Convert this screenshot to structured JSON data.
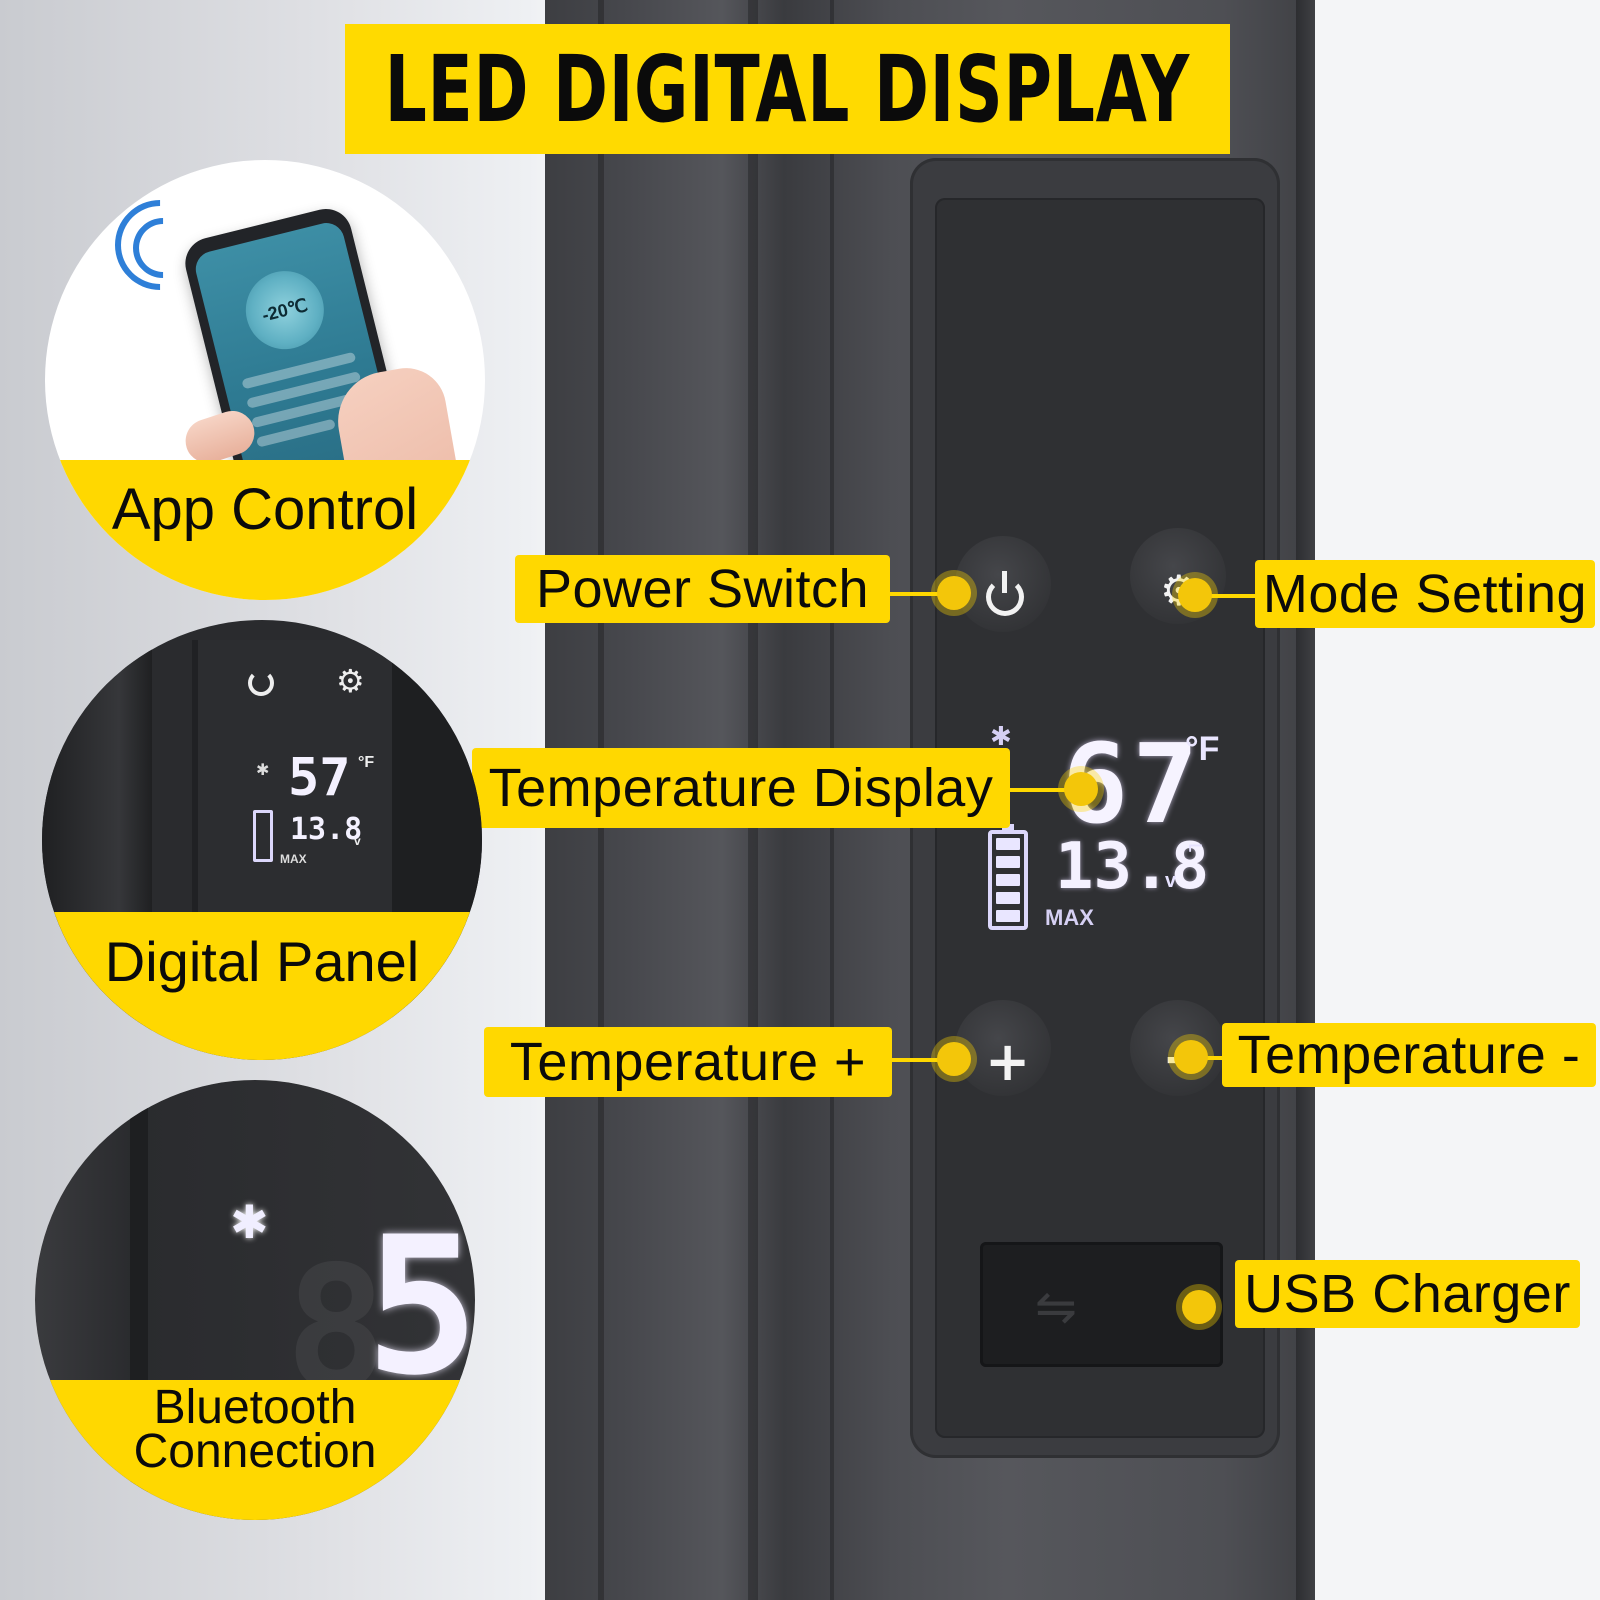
{
  "banner": {
    "title": "LED DIGITAL DISPLAY"
  },
  "callouts": {
    "power_switch": "Power Switch",
    "mode_setting": "Mode Setting",
    "temperature_display": "Temperature Display",
    "temperature_plus": "Temperature +",
    "temperature_minus": "Temperature -",
    "usb_charger": "USB Charger"
  },
  "insets": {
    "app_control": "App Control",
    "digital_panel": "Digital Panel",
    "bluetooth_line1": "Bluetooth",
    "bluetooth_line2": "Connection"
  },
  "display": {
    "temperature": "67",
    "temp_unit": "°F",
    "voltage": "13.8",
    "voltage_unit": "v",
    "level": "MAX",
    "bluetooth_symbol": "✱",
    "mode_symbol": "⌐"
  },
  "mini_display": {
    "temperature": "57",
    "temp_unit": "°F",
    "voltage": "13.8",
    "voltage_unit": "v",
    "level": "MAX"
  },
  "app_screen": {
    "temperature": "-20℃"
  },
  "bluetooth_digit": "5",
  "colors": {
    "accent": "#ffd800",
    "panel": "#2f3033",
    "lcd": "#f4f1ff"
  }
}
